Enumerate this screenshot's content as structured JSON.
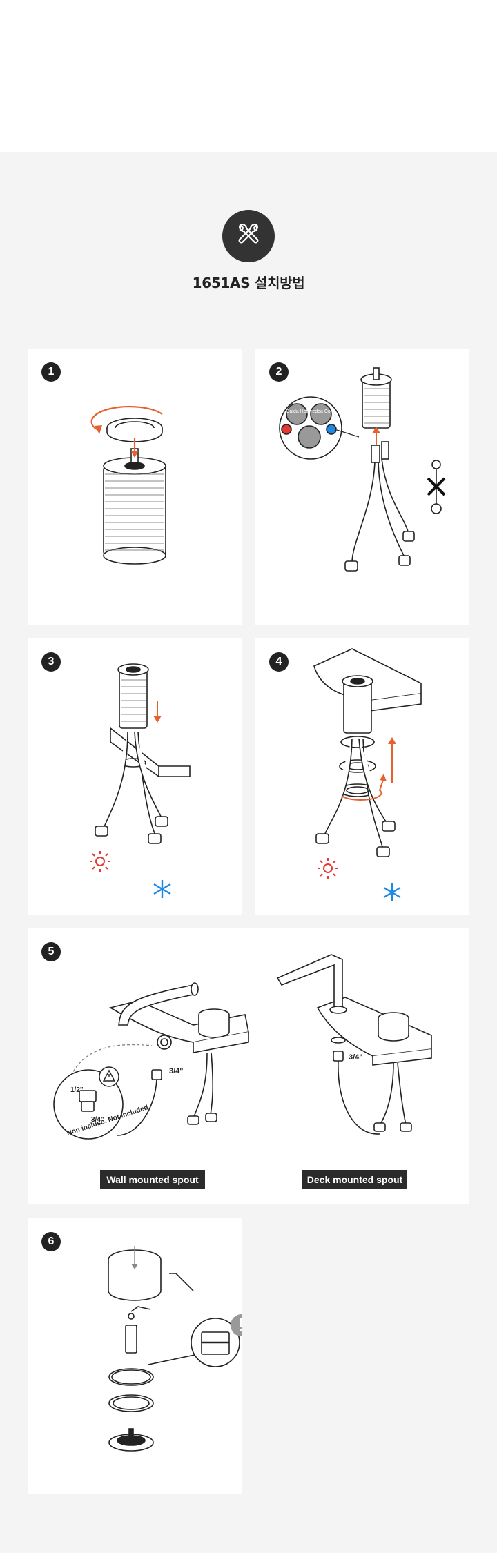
{
  "header": {
    "title": "1651AS 설치방법",
    "icon": "wrench-icon"
  },
  "steps": [
    {
      "number": "1"
    },
    {
      "number": "2",
      "hot_label": "Calda Hot",
      "cold_label": "Fredda Cold"
    },
    {
      "number": "3"
    },
    {
      "number": "4"
    },
    {
      "number": "5",
      "size_half": "1/2\"",
      "size_three_quarter": "3/4\"",
      "hose_size": "3/4\"",
      "deck_hose_size": "3/4\"",
      "not_included": "Non incluso. Not included.",
      "wall_label": "Wall mounted spout",
      "deck_label": "Deck mounted spout"
    },
    {
      "number": "6"
    }
  ],
  "colors": {
    "background": "#f4f4f4",
    "accent": "#e8602c",
    "hot": "#e53935",
    "cold": "#1e88e5"
  }
}
